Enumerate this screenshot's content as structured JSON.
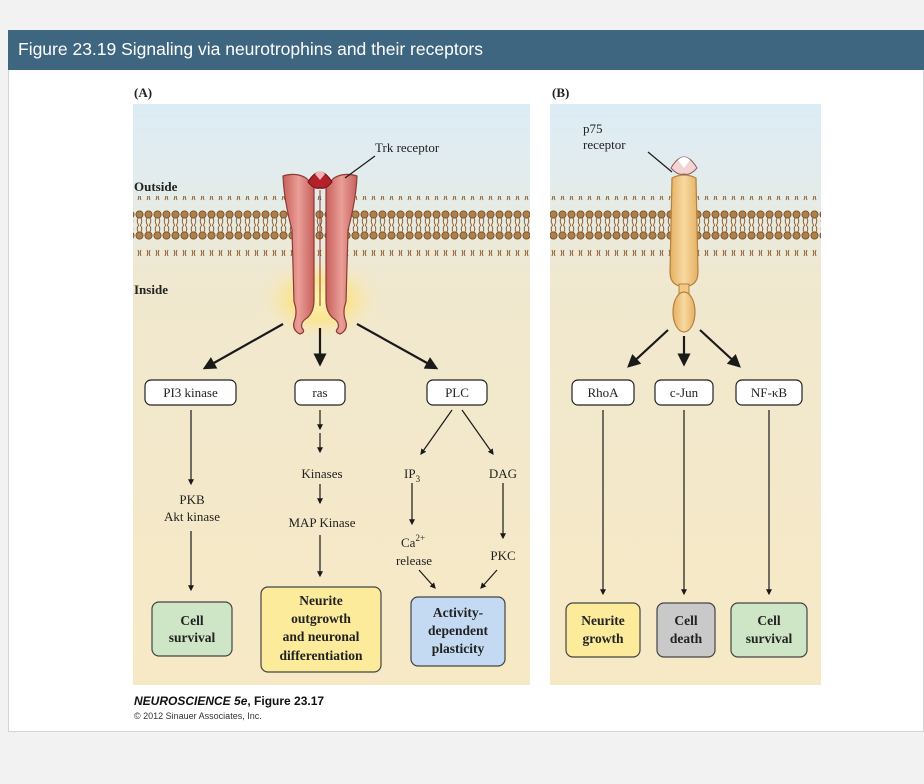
{
  "title": "Figure 23.19  Signaling via neurotrophins and their receptors",
  "panel_a": {
    "label": "(A)",
    "receptor": "Trk receptor",
    "outside": "Outside",
    "inside": "Inside",
    "nodes": {
      "pi3k": "PI3 kinase",
      "ras": "ras",
      "plc": "PLC"
    },
    "kinases": "Kinases",
    "mapk": "MAP Kinase",
    "pkb_1": "PKB",
    "pkb_2": "Akt kinase",
    "ip3": "IP",
    "ip3_sub": "3",
    "dag": "DAG",
    "ca": "Ca",
    "ca_sup": "2+",
    "release": "release",
    "pkc": "PKC",
    "out_cell_1": "Cell",
    "out_cell_2": "survival",
    "out_neurite_1": "Neurite",
    "out_neurite_2": "outgrowth",
    "out_neurite_3": "and neuronal",
    "out_neurite_4": "differentiation",
    "out_activity_1": "Activity-",
    "out_activity_2": "dependent",
    "out_activity_3": "plasticity"
  },
  "panel_b": {
    "label": "(B)",
    "receptor_1": "p75",
    "receptor_2": "receptor",
    "nodes": {
      "rhoa": "RhoA",
      "cjun": "c-Jun",
      "nfkb": "NF-κB"
    },
    "out_neurite_1": "Neurite",
    "out_neurite_2": "growth",
    "out_death_1": "Cell",
    "out_death_2": "death",
    "out_survival_1": "Cell",
    "out_survival_2": "survival"
  },
  "credit": {
    "book": "NEUROSCIENCE 5e",
    "figure": ", Figure 23.17",
    "copyright": "© 2012 Sinauer Associates, Inc."
  },
  "colors": {
    "header": "#3f6681",
    "green_box": "#cfe6c6",
    "yellow_box": "#fbeb9b",
    "blue_box": "#c3daf2",
    "gray_box": "#c9c9c9",
    "trk": "#d9837d",
    "p75": "#f3cc86"
  }
}
